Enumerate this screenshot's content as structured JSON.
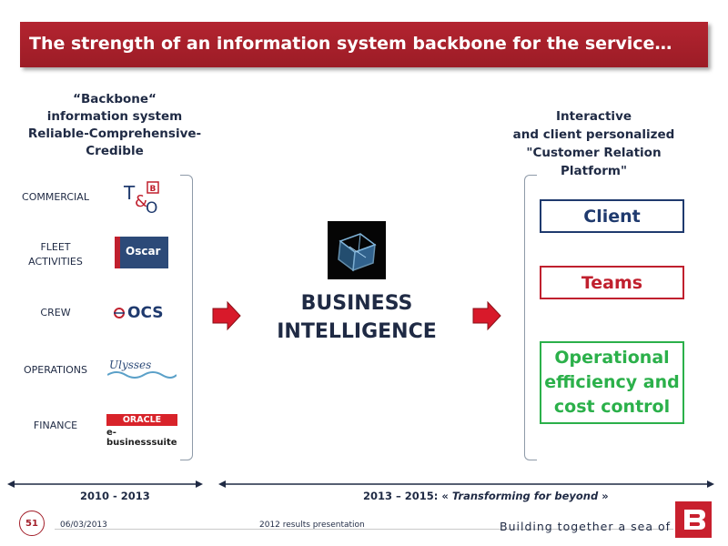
{
  "header": {
    "title": "The strength of an information system backbone for the service…"
  },
  "left_column": {
    "heading": [
      "“Backbone“",
      "information system",
      "Reliable-Comprehensive-Credible"
    ],
    "categories": [
      {
        "label_lines": [
          "COMMERCIAL"
        ],
        "logo": "t-and-o-logo"
      },
      {
        "label_lines": [
          "FLEET",
          "ACTIVITIES"
        ],
        "logo": "oscar-logo",
        "logo_text": "Oscar"
      },
      {
        "label_lines": [
          "CREW"
        ],
        "logo": "ocs-logo",
        "logo_text": "OCS"
      },
      {
        "label_lines": [
          "OPERATIONS"
        ],
        "logo": "ulysses-logo",
        "logo_text": "Ulysses"
      },
      {
        "label_lines": [
          "FINANCE"
        ],
        "logo": "oracle-logo",
        "logo_text": [
          "ORACLE",
          "e-businesssuite"
        ]
      }
    ]
  },
  "center": {
    "icon": "business-intelligence-cube-icon",
    "title_lines": [
      "BUSINESS",
      "INTELLIGENCE"
    ]
  },
  "right_column": {
    "heading": [
      "Interactive",
      "and client personalized",
      "\"Customer Relation Platform\""
    ],
    "boxes": [
      {
        "label_lines": [
          "Client"
        ],
        "color": "#1f3a6e"
      },
      {
        "label_lines": [
          "Teams"
        ],
        "color": "#c0202e"
      },
      {
        "label_lines": [
          "Operational",
          "efficiency and",
          "cost control"
        ],
        "color": "#2bb04a"
      }
    ]
  },
  "timeline": {
    "left_label": "2010 - 2013",
    "right_label_prefix": "2013 – 2015: « ",
    "right_label_em": "Transforming for beyond",
    "right_label_suffix": " »"
  },
  "footer": {
    "page_number": "51",
    "date": "06/03/2013",
    "center_text": "2012 results presentation",
    "tagline": "Building together a sea of trust"
  },
  "colors": {
    "accent_red": "#a31f2a",
    "navy": "#1f2a44",
    "arrow_red": "#d8192a",
    "green": "#2bb04a"
  }
}
